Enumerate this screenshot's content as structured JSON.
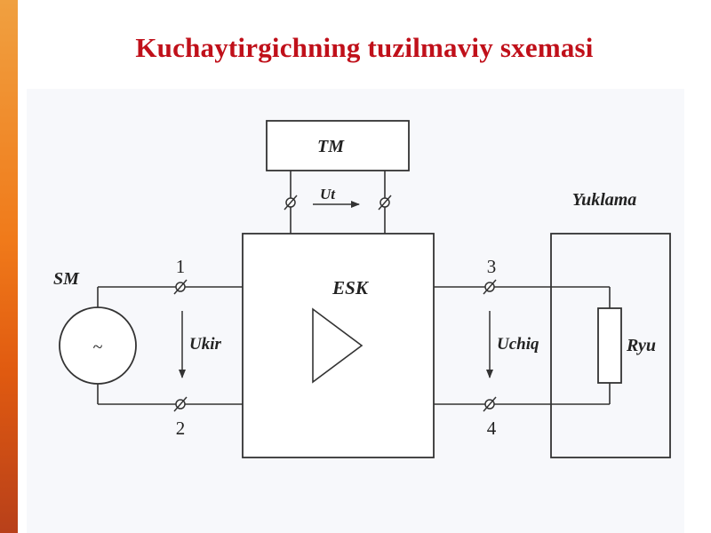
{
  "title": "Kuchaytirgichning tuzilmaviy sxemasi",
  "colors": {
    "title": "#c0101a",
    "accent_bar": "#f07a1a",
    "lines": "#333333",
    "panel": "#f7f8fb"
  },
  "diagram": {
    "tm_label": "TM",
    "ut_label": "Ut",
    "esk_label": "ESK",
    "sm_label": "SM",
    "source_symbol": "~",
    "yuklama_label": "Yuklama",
    "ryu_label": "Ryu",
    "ukir_label": "Ukir",
    "uchiq_label": "Uchiq",
    "terminal_1": "1",
    "terminal_2": "2",
    "terminal_3": "3",
    "terminal_4": "4"
  }
}
